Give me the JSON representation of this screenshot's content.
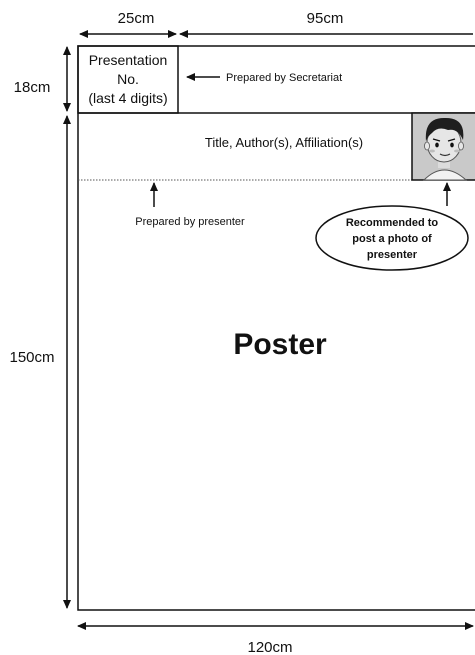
{
  "dimensions": {
    "presentation_no_width": "25cm",
    "title_width": "95cm",
    "header_height": "18cm",
    "poster_height": "150cm",
    "total_width": "120cm"
  },
  "presentation_box": {
    "line1": "Presentation",
    "line2": "No.",
    "line3": "(last 4 digits)"
  },
  "notes": {
    "secretariat": "Prepared by Secretariat",
    "presenter": "Prepared by presenter"
  },
  "title_area": {
    "text": "Title, Author(s), Affiliation(s)"
  },
  "photo_callout": {
    "line1": "Recommended to",
    "line2": "post a photo of",
    "line3": "presenter"
  },
  "poster_label": "Poster"
}
